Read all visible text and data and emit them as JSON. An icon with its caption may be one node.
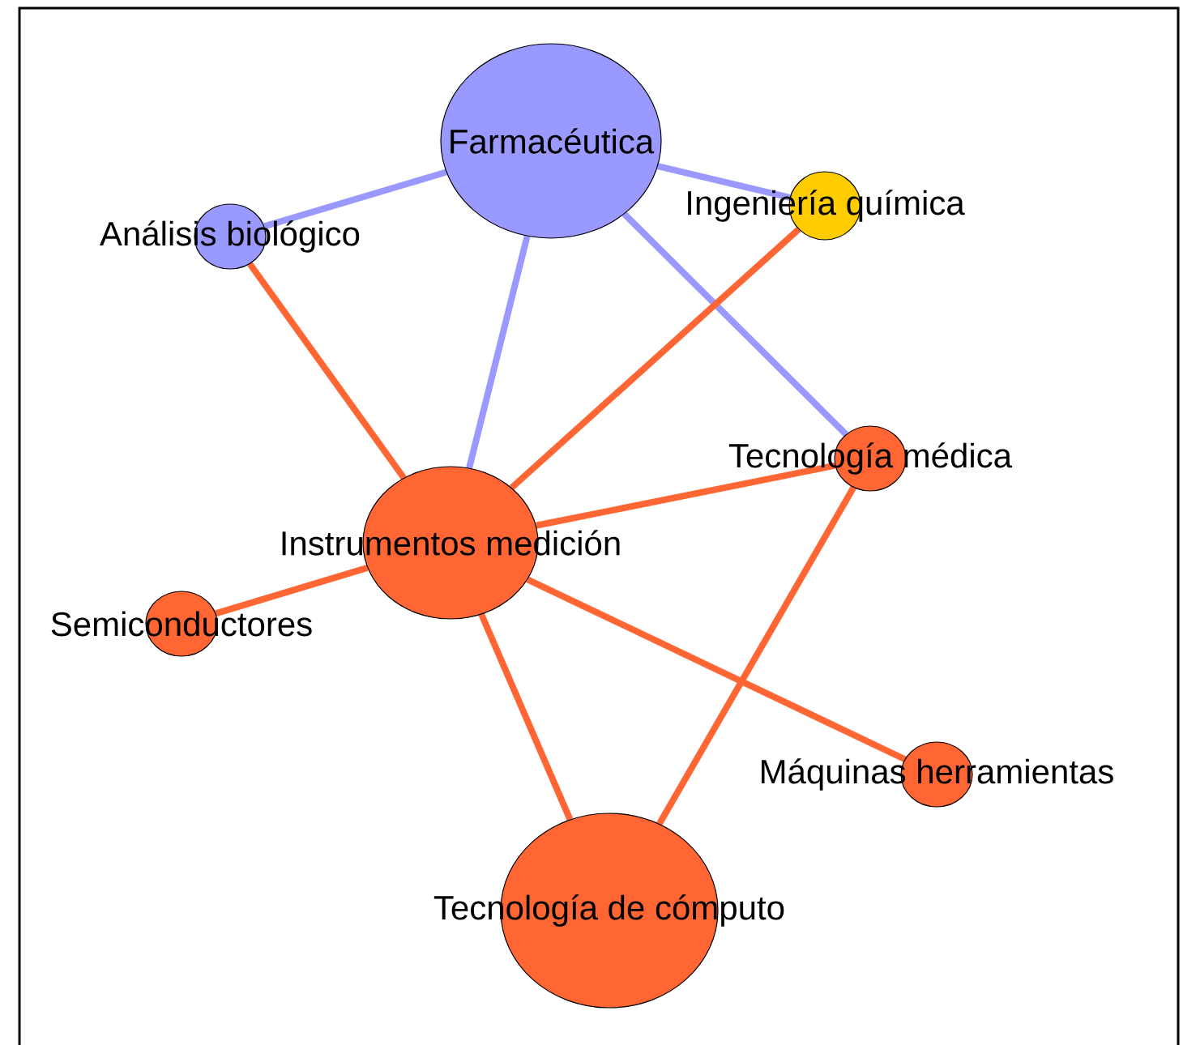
{
  "diagram": {
    "nodes": [
      {
        "text": [
          "Farmacéutica"
        ]
      },
      {
        "text": [
          "Análisis biológico"
        ]
      },
      {
        "text": [
          "Ingeniería química"
        ]
      },
      {
        "text": [
          "Tecnología médica"
        ]
      },
      {
        "text": [
          "Instrumentos medición"
        ]
      },
      {
        "text": [
          "Semiconductores"
        ]
      },
      {
        "text": [
          "Máquinas herramientas"
        ]
      },
      {
        "text": [
          "Tecnología de cómputo"
        ]
      }
    ],
    "edges": [
      {
        "from": 0,
        "to": 1,
        "arrow": "none",
        "color": "#9999ff"
      },
      {
        "from": 0,
        "to": 2,
        "arrow": "none",
        "color": "#9999ff"
      },
      {
        "from": 0,
        "to": 4,
        "arrow": "none",
        "color": "#9999ff"
      },
      {
        "from": 0,
        "to": 3,
        "arrow": "none",
        "color": "#9999ff"
      },
      {
        "from": 1,
        "to": 4,
        "arrow": "none"
      },
      {
        "from": 2,
        "to": 4,
        "arrow": "none"
      },
      {
        "from": 4,
        "to": 3,
        "arrow": "none"
      },
      {
        "from": 4,
        "to": 5,
        "arrow": "none"
      },
      {
        "from": 4,
        "to": 6,
        "arrow": "none"
      },
      {
        "from": 4,
        "to": 7,
        "arrow": "none"
      },
      {
        "from": 3,
        "to": 7,
        "arrow": "none"
      }
    ]
  }
}
